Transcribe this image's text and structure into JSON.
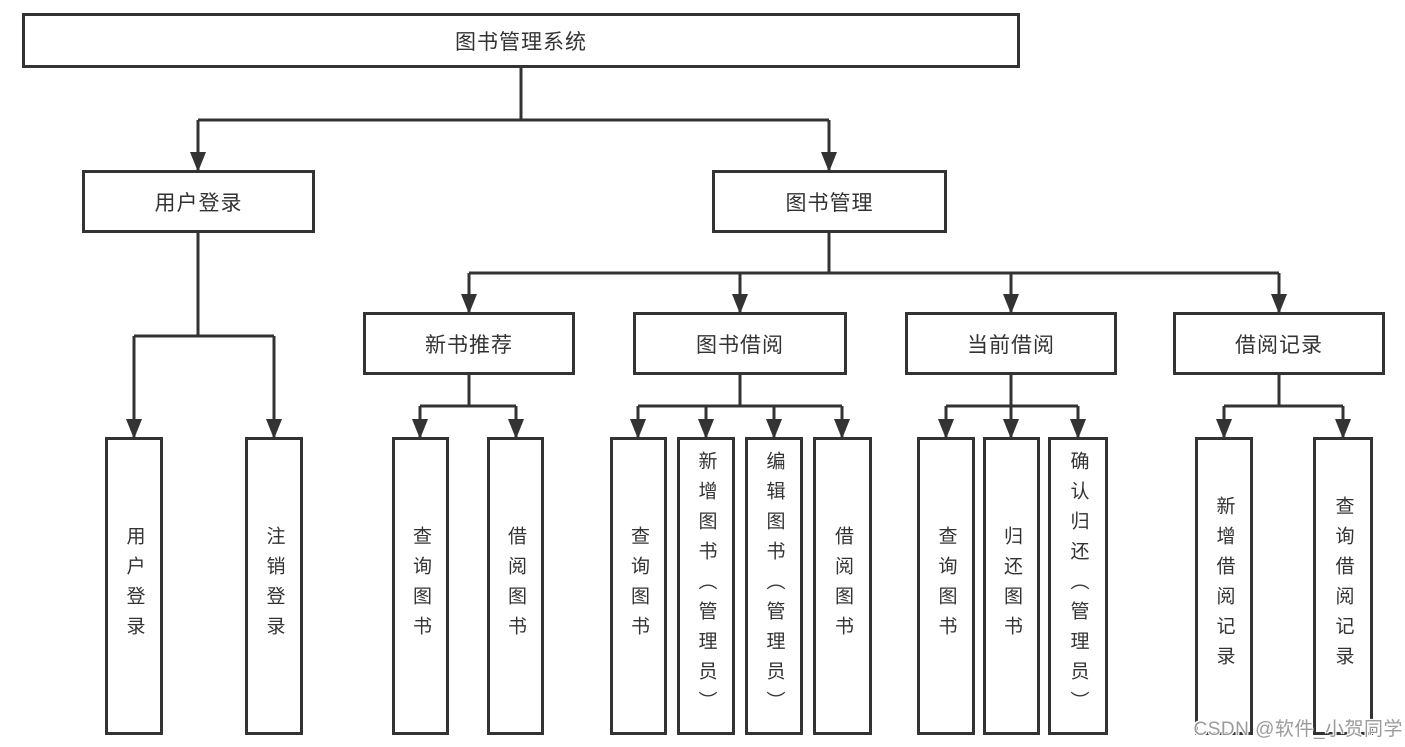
{
  "diagram": {
    "type": "hierarchy-tree",
    "line_color": "#333333",
    "box_border_color": "#333333",
    "background_color": "#ffffff",
    "nodes": {
      "root": "图书管理系统",
      "user_login": "用户登录",
      "book_management": "图书管理",
      "new_book_recommend": "新书推荐",
      "book_borrow": "图书借阅",
      "current_borrow": "当前借阅",
      "borrow_records": "借阅记录",
      "login": "用户登录",
      "logout": "注销登录",
      "recommend_query_books": "查询图书",
      "recommend_borrow_books": "借阅图书",
      "borrow_query_books": "查询图书",
      "borrow_add_books": "新增图书（管理员）",
      "borrow_edit_books": "编辑图书（管理员）",
      "borrow_borrow_books": "借阅图书",
      "current_query_books": "查询图书",
      "current_return_books": "归还图书",
      "current_confirm_return": "确认归还（管理员）",
      "records_add_record": "新增借阅记录",
      "records_query_record": "查询借阅记录"
    },
    "edges": [
      [
        "root",
        "user_login"
      ],
      [
        "root",
        "book_management"
      ],
      [
        "user_login",
        "login"
      ],
      [
        "user_login",
        "logout"
      ],
      [
        "book_management",
        "new_book_recommend"
      ],
      [
        "book_management",
        "book_borrow"
      ],
      [
        "book_management",
        "current_borrow"
      ],
      [
        "book_management",
        "borrow_records"
      ],
      [
        "new_book_recommend",
        "recommend_query_books"
      ],
      [
        "new_book_recommend",
        "recommend_borrow_books"
      ],
      [
        "book_borrow",
        "borrow_query_books"
      ],
      [
        "book_borrow",
        "borrow_add_books"
      ],
      [
        "book_borrow",
        "borrow_edit_books"
      ],
      [
        "book_borrow",
        "borrow_borrow_books"
      ],
      [
        "current_borrow",
        "current_query_books"
      ],
      [
        "current_borrow",
        "current_return_books"
      ],
      [
        "current_borrow",
        "current_confirm_return"
      ],
      [
        "borrow_records",
        "records_add_record"
      ],
      [
        "borrow_records",
        "records_query_record"
      ]
    ]
  },
  "watermark": {
    "text": "CSDN @软件_小贺同学",
    "color": "#9b9b9b"
  }
}
